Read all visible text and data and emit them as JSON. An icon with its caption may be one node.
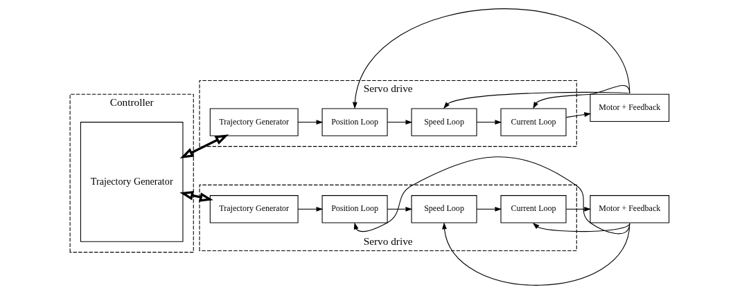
{
  "diagram": {
    "nodes": [
      {
        "text": [
          "Controller"
        ]
      },
      {
        "text": [
          "Trajectory Generator"
        ],
        "in": 0
      },
      {
        "text": [
          "Servo drive"
        ]
      },
      {
        "text": [
          "Trajectory Generator"
        ],
        "in": 2
      },
      {
        "text": [
          "Position Loop"
        ],
        "in": 2
      },
      {
        "text": [
          "Speed Loop"
        ],
        "in": 2
      },
      {
        "text": [
          "Current Loop"
        ],
        "in": 2
      },
      {
        "text": [
          "Motor + Feedback"
        ]
      },
      {
        "text": [
          "Servo drive"
        ]
      },
      {
        "text": [
          "Trajectory Generator"
        ],
        "in": 8
      },
      {
        "text": [
          "Position Loop"
        ],
        "in": 8
      },
      {
        "text": [
          "Speed Loop"
        ],
        "in": 8
      },
      {
        "text": [
          "Current Loop"
        ],
        "in": 8
      },
      {
        "text": [
          "Motor + Feedback"
        ]
      }
    ],
    "edges": [
      {
        "from": 1,
        "to": 3,
        "arrow": "both",
        "style": "thick"
      },
      {
        "from": 1,
        "to": 9,
        "arrow": "both",
        "style": "thick"
      },
      {
        "from": 3,
        "to": 4,
        "arrow": "to"
      },
      {
        "from": 4,
        "to": 5,
        "arrow": "to"
      },
      {
        "from": 5,
        "to": 6,
        "arrow": "to"
      },
      {
        "from": 6,
        "to": 7,
        "arrow": "to"
      },
      {
        "from": 7,
        "to": 4,
        "arrow": "to"
      },
      {
        "from": 7,
        "to": 5,
        "arrow": "to"
      },
      {
        "from": 7,
        "to": 6,
        "arrow": "to"
      },
      {
        "from": 9,
        "to": 10,
        "arrow": "to"
      },
      {
        "from": 10,
        "to": 11,
        "arrow": "to"
      },
      {
        "from": 11,
        "to": 12,
        "arrow": "to"
      },
      {
        "from": 12,
        "to": 13,
        "arrow": "to"
      },
      {
        "from": 13,
        "to": 10,
        "arrow": "to"
      },
      {
        "from": 13,
        "to": 11,
        "arrow": "to"
      },
      {
        "from": 13,
        "to": 12,
        "arrow": "to"
      }
    ]
  }
}
